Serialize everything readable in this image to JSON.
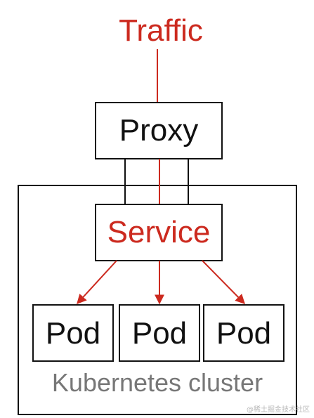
{
  "diagram": {
    "traffic_label": "Traffic",
    "proxy_label": "Proxy",
    "service_label": "Service",
    "pods": [
      "Pod",
      "Pod",
      "Pod"
    ],
    "cluster_label": "Kubernetes cluster"
  },
  "watermark": "@稀土掘金技术社区",
  "colors": {
    "accent_red": "#cc2a1f",
    "line_black": "#111111",
    "cluster_label_gray": "#777777"
  }
}
